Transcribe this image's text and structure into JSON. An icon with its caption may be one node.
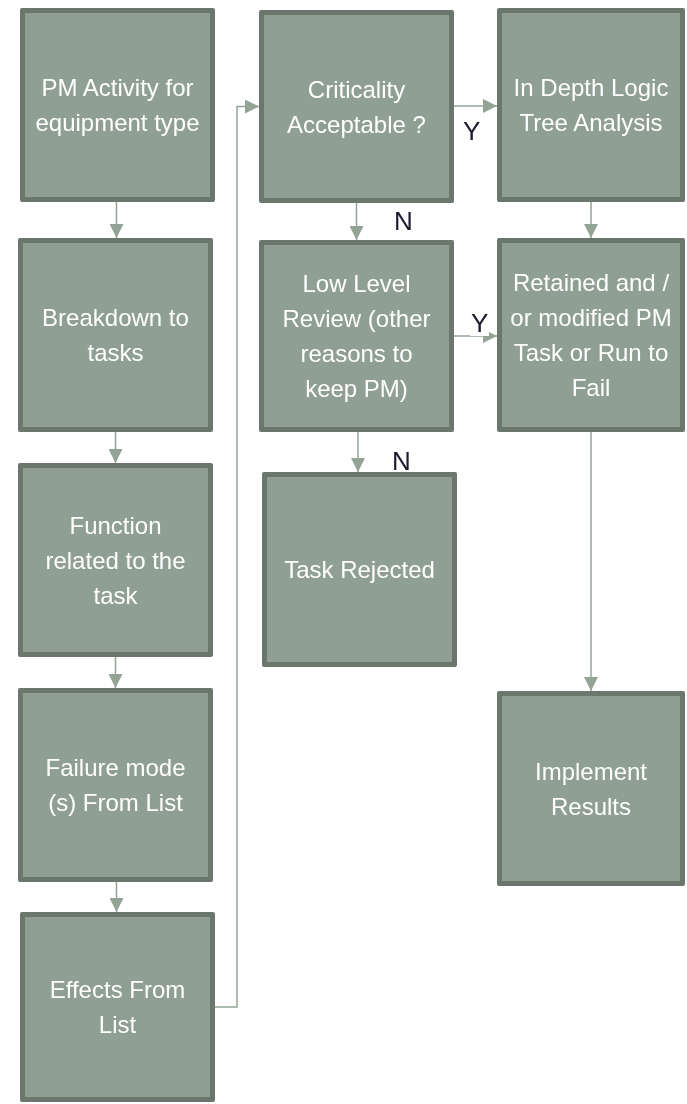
{
  "diagram": {
    "nodes": [
      {
        "text": [
          "PM Activity for equipment type"
        ]
      },
      {
        "text": [
          "Breakdown to tasks"
        ]
      },
      {
        "text": [
          "Function related to the task"
        ]
      },
      {
        "text": [
          "Failure mode (s) From List"
        ]
      },
      {
        "text": [
          "Effects From List"
        ]
      },
      {
        "text": [
          "Criticality Acceptable ?"
        ]
      },
      {
        "text": [
          "In Depth Logic Tree Analysis"
        ]
      },
      {
        "text": [
          "Low Level Review (other reasons to keep PM)"
        ]
      },
      {
        "text": [
          "Retained and / or modified PM Task or Run to Fail"
        ]
      },
      {
        "text": [
          "Task Rejected"
        ]
      },
      {
        "text": [
          "Implement Results"
        ]
      }
    ],
    "edges": [
      {
        "from": 0,
        "to": 1,
        "arrow": "to"
      },
      {
        "from": 1,
        "to": 2,
        "arrow": "to"
      },
      {
        "from": 2,
        "to": 3,
        "arrow": "to"
      },
      {
        "from": 3,
        "to": 4,
        "arrow": "to"
      },
      {
        "from": 4,
        "to": 5,
        "arrow": "to"
      },
      {
        "from": 5,
        "to": 6,
        "arrow": "to",
        "label": "Y"
      },
      {
        "from": 5,
        "to": 7,
        "arrow": "to",
        "label": "N"
      },
      {
        "from": 7,
        "to": 8,
        "arrow": "to",
        "label": "Y"
      },
      {
        "from": 7,
        "to": 9,
        "arrow": "to",
        "label": "N"
      },
      {
        "from": 6,
        "to": 8,
        "arrow": "to"
      },
      {
        "from": 8,
        "to": 10,
        "arrow": "to"
      }
    ]
  }
}
